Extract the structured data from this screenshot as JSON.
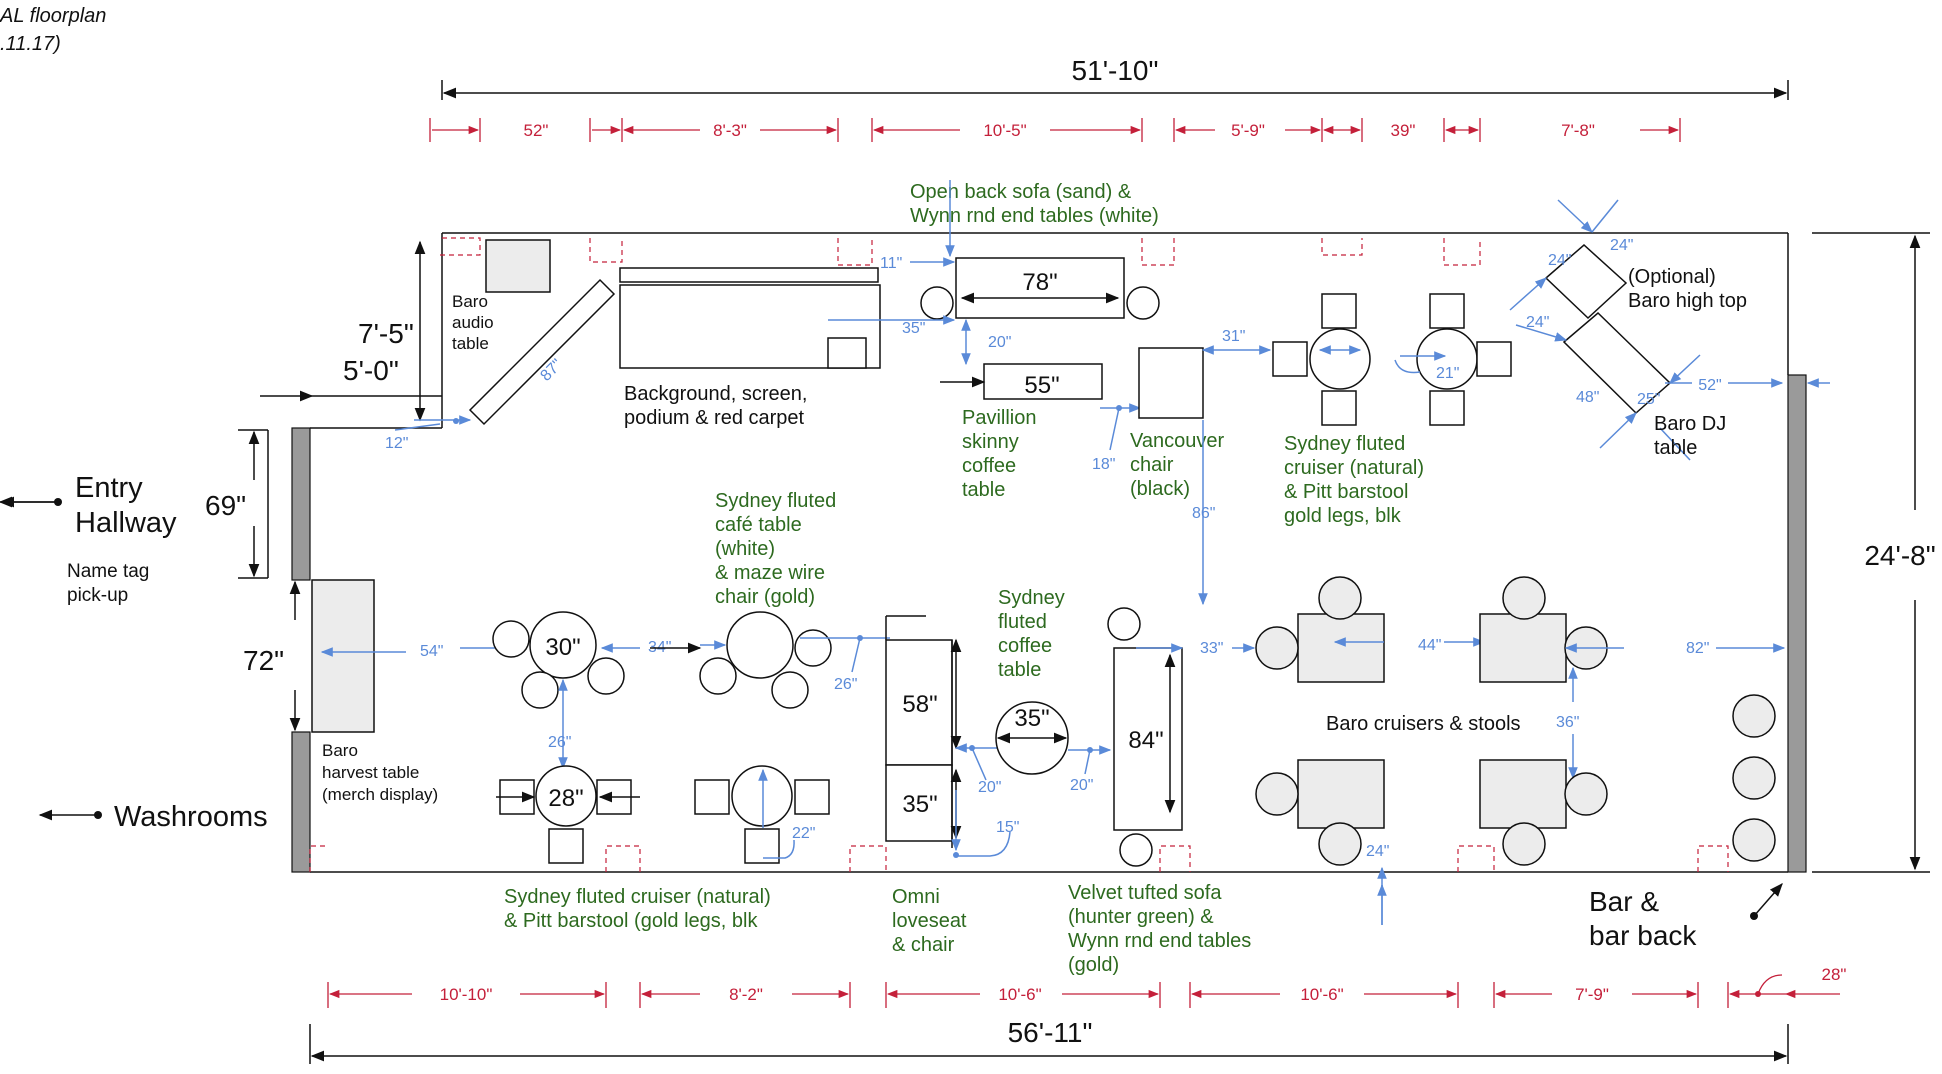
{
  "title": {
    "line1": "AL floorplan",
    "line2": ".11.17)"
  },
  "overall_dims": {
    "top": "51'-10\"",
    "bottom": "56'-11\"",
    "right": "24'-8\"",
    "left_upper": "7'-5\"",
    "left_mid": "5'-0\"",
    "left_entry": "69\"",
    "left_harvest": "72\""
  },
  "top_segments": [
    "52\"",
    "8'-3\"",
    "10'-5\"",
    "5'-9\"",
    "39\"",
    "7'-8\""
  ],
  "bottom_segments": [
    "10'-10\"",
    "8'-2\"",
    "10'-6\"",
    "10'-6\"",
    "7'-9\"",
    "28\""
  ],
  "left_labels": {
    "entry": "Entry",
    "hallway": "Hallway",
    "name_tag_1": "Name tag",
    "name_tag_2": "pick-up",
    "washrooms": "Washrooms"
  },
  "black_labels": {
    "audio": [
      "Baro",
      "audio",
      "table"
    ],
    "background": [
      "Background, screen,",
      "podium & red carpet"
    ],
    "high_top": [
      "(Optional)",
      "Baro high top"
    ],
    "dj": [
      "Baro DJ",
      "table"
    ],
    "harvest": [
      "Baro",
      "harvest table",
      "(merch display)"
    ],
    "cruisers": "Baro cruisers & stools",
    "bar": [
      "Bar &",
      "bar back"
    ]
  },
  "green_labels": {
    "open_back_sofa": [
      "Open back sofa (sand) &",
      "Wynn rnd end tables (white)"
    ],
    "pavillion": [
      "Pavillion",
      "skinny",
      "coffee",
      "table"
    ],
    "vancouver": [
      "Vancouver",
      "chair",
      "(black)"
    ],
    "sydney_cruiser_top": [
      "Sydney fluted",
      "cruiser (natural)",
      "& Pitt barstool",
      "gold legs, blk"
    ],
    "sydney_cafe": [
      "Sydney fluted",
      "café table",
      "(white)",
      "& maze wire",
      "chair (gold)"
    ],
    "sydney_coffee": [
      "Sydney",
      "fluted",
      "coffee",
      "table"
    ],
    "sydney_cruiser_bottom": [
      "Sydney fluted cruiser (natural)",
      "& Pitt barstool (gold legs, blk"
    ],
    "omni": [
      "Omni",
      "loveseat",
      "& chair"
    ],
    "velvet": [
      "Velvet tufted sofa",
      "(hunter green) &",
      "Wynn rnd end tables",
      "(gold)"
    ]
  },
  "furniture_dims": {
    "sofa_width": "78\"",
    "pavillion_width": "55\"",
    "cafe_left": "30\"",
    "cruiser_left": "28\"",
    "coffee_dia": "35\"",
    "omni_upper": "58\"",
    "omni_lower": "35\"",
    "velvet_len": "84\""
  },
  "clearances": {
    "c11": "11\"",
    "c35": "35\"",
    "c20a": "20\"",
    "c31": "31\"",
    "c21": "21\"",
    "c24a": "24\"",
    "c24b": "24\"",
    "c24c": "24\"",
    "c48": "48\"",
    "c25": "25\"",
    "c52": "52\"",
    "c87": "87\"",
    "c12": "12\"",
    "c18": "18\"",
    "c86": "86\"",
    "c54": "54\"",
    "c34": "34\"",
    "c26a": "26\"",
    "c26b": "26\"",
    "c22": "22\"",
    "c20b": "20\"",
    "c20c": "20\"",
    "c15": "15\"",
    "c33": "33\"",
    "c44": "44\"",
    "c82": "82\"",
    "c36": "36\"",
    "c24d": "24\""
  },
  "colors": {
    "red_dim": "#c4203a",
    "blue_dim": "#5a8ad8",
    "green_note": "#2d6a1f",
    "wall_grey": "#9a9a9a"
  }
}
